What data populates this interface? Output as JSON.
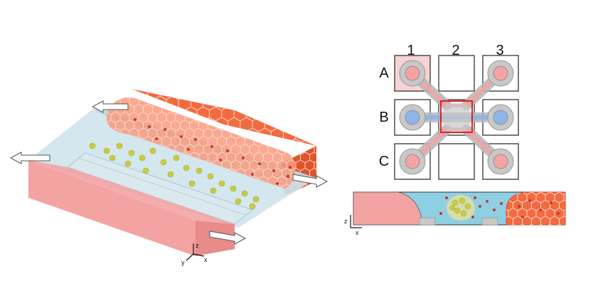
{
  "grid": {
    "columns": [
      "1",
      "2",
      "3"
    ],
    "rows": [
      "A",
      "B",
      "C"
    ]
  },
  "axes_3d": {
    "x": "x",
    "y": "y",
    "z": "z"
  },
  "axes_cross_section": {
    "x": "x",
    "z": "z"
  },
  "colors": {
    "tissue_pink": "#f4a3a3",
    "tissue_pink_dark": "#e98b8b",
    "channel_blue": "#8fcfe3",
    "hexagon_orange": "#f26a3f",
    "hexagon_orange_dark": "#e0542a",
    "cell_yellow": "#c9cc42",
    "cell_red": "#c23a2a",
    "well_gray": "#c8c8c8",
    "highlight_red": "#e02020",
    "blue_reservoir": "#8fb5e8"
  }
}
